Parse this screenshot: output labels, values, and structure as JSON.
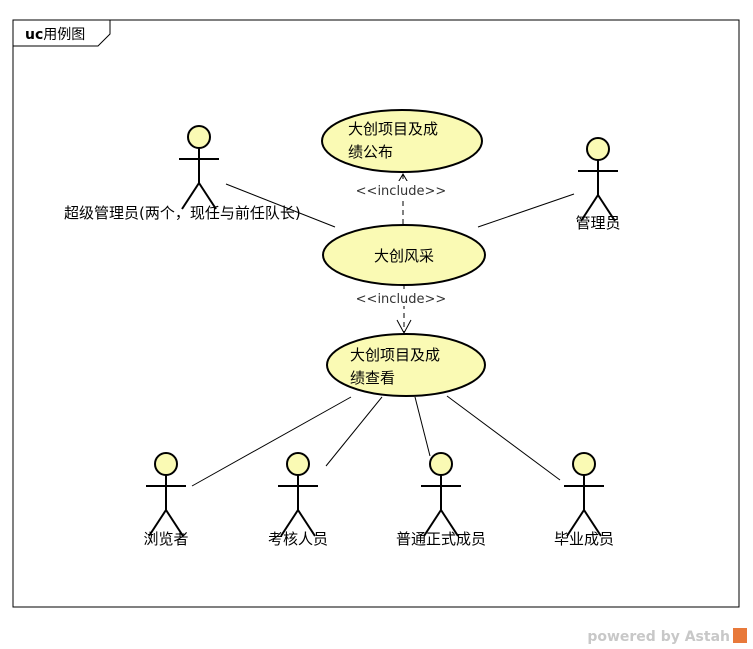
{
  "frame": {
    "keyword": "uc",
    "name": "用例图"
  },
  "use_cases": {
    "publish": {
      "line1": "大创项目及成",
      "line2": "绩公布"
    },
    "showcase": {
      "line1": "大创风采"
    },
    "view": {
      "line1": "大创项目及成",
      "line2": "绩查看"
    }
  },
  "actors": {
    "super_admin": "超级管理员(两个，现任与前任队长)",
    "admin": "管理员",
    "browser": "浏览者",
    "reviewer": "考核人员",
    "member": "普通正式成员",
    "graduate": "毕业成员"
  },
  "relations": {
    "include_top": "<<include>>",
    "include_bottom": "<<include>>"
  },
  "watermark": {
    "text": "powered by Astah",
    "badge_color": "#e8793a"
  },
  "colors": {
    "usecase_fill": "#fafab4",
    "actor_fill": "#fafab4",
    "stroke": "#000000"
  }
}
